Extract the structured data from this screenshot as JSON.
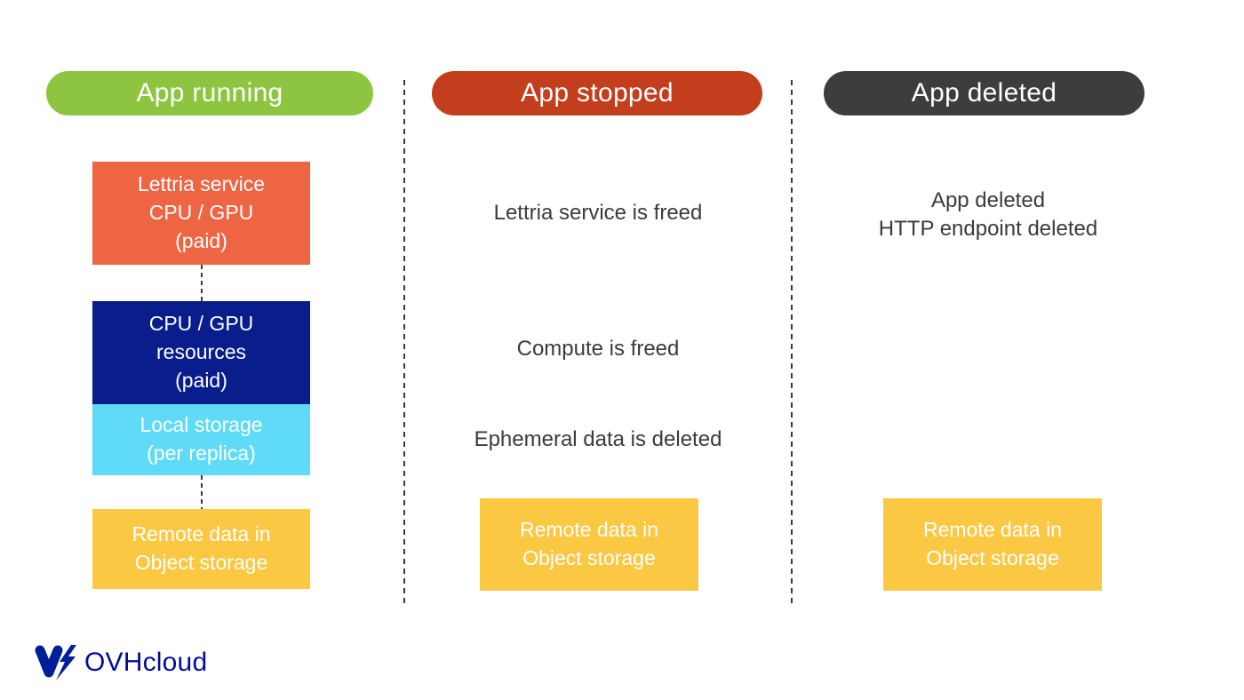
{
  "columns": {
    "running": {
      "header": "App running",
      "boxes": {
        "lettria": "Lettria service\nCPU / GPU\n(paid)",
        "compute": "CPU / GPU\nresources\n(paid)",
        "local_storage": "Local storage\n(per replica)",
        "remote": "Remote data in\nObject storage"
      }
    },
    "stopped": {
      "header": "App stopped",
      "notes": {
        "lettria_freed": "Lettria service is freed",
        "compute_freed": "Compute is freed",
        "ephemeral_deleted": "Ephemeral data is deleted"
      },
      "boxes": {
        "remote": "Remote data in\nObject storage"
      }
    },
    "deleted": {
      "header": "App deleted",
      "notes": {
        "app_deleted": "App deleted\nHTTP endpoint deleted"
      },
      "boxes": {
        "remote": "Remote data in\nObject storage"
      }
    }
  },
  "colors": {
    "header_running": "#8DC540",
    "header_stopped": "#C33E1C",
    "header_deleted": "#3D3D3D",
    "box_lettria": "#EE6544",
    "box_compute": "#0A1D8C",
    "box_local_storage": "#5FDBF7",
    "box_remote": "#FBC844",
    "note_text": "#3B3B3B",
    "logo_navy": "#000E9C"
  },
  "footer": {
    "brand": "OVHcloud"
  }
}
